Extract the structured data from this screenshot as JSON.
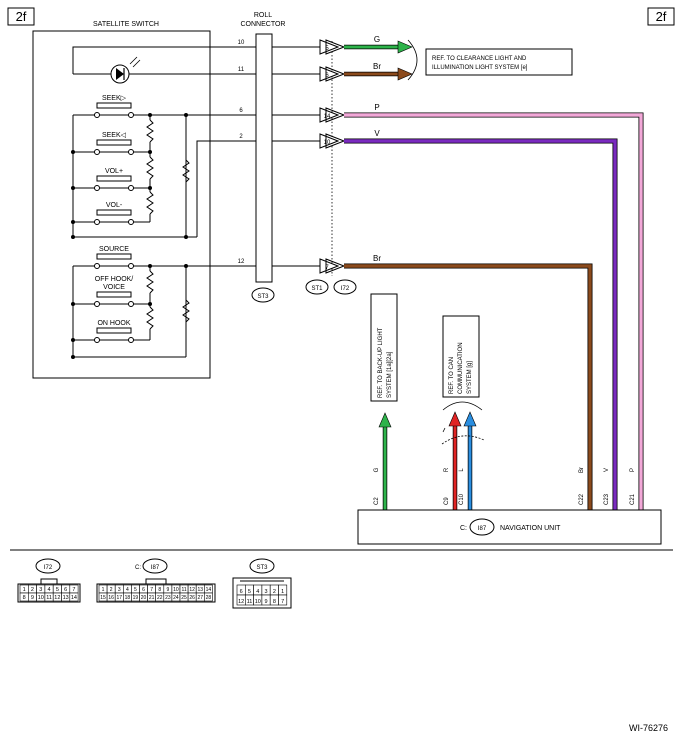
{
  "page": {
    "id_left": "2f",
    "id_right": "2f",
    "figure_code": "WI-76276"
  },
  "switch": {
    "title": "SATELLITE SWITCH",
    "buttons": [
      "SEEK▷",
      "SEEK◁",
      "VOL+",
      "VOL-",
      "SOURCE",
      "OFF HOOK/",
      "VOICE",
      "ON HOOK"
    ]
  },
  "roll_connector": {
    "title_line1": "ROLL",
    "title_line2": "CONNECTOR",
    "tag": "ST3"
  },
  "pins": {
    "p10": "10",
    "p11": "11",
    "p6": "6",
    "p2": "2",
    "p12": "12"
  },
  "connector_pins": {
    "c5": "5",
    "c6": "6",
    "c14": "14",
    "c10": "10",
    "c7": "7"
  },
  "connector_tags": {
    "st1": "ST1",
    "i72": "I72"
  },
  "wires": {
    "top_g": "G",
    "top_br": "Br",
    "p": "P",
    "v": "V",
    "br": "Br",
    "bottom": {
      "g": "G",
      "r": "R",
      "l": "L",
      "br": "Br",
      "v": "V",
      "p": "P"
    }
  },
  "refs": {
    "clearance_line1": "REF. TO CLEARANCE LIGHT AND",
    "clearance_line2": "ILLUMINATION LIGHT SYSTEM  [e]",
    "backup_line1": "REF. TO BACK-UP LIGHT",
    "backup_line2": "SYSTEM [1a][2a]",
    "can_line1": "REF. TO CAN",
    "can_line2": "COMMUNICATION",
    "can_line3": "SYSTEM  [g]"
  },
  "nav_unit": {
    "prefix": "C:",
    "connector": "I87",
    "label": "NAVIGATION UNIT",
    "pins": [
      "C2",
      "C9",
      "C10",
      "C22",
      "C23",
      "C21"
    ]
  },
  "colors": {
    "green": "#2db34a",
    "brown": "#8b4a1c",
    "pink": "#f2a8d8",
    "violet": "#7a2bbf",
    "red": "#e02424",
    "blue": "#2a8ee0"
  },
  "legend": {
    "i72": {
      "tag": "I72",
      "row1": [
        "1",
        "2",
        "3",
        "4",
        "5",
        "6",
        "7"
      ],
      "row2": [
        "8",
        "9",
        "10",
        "11",
        "12",
        "13",
        "14"
      ]
    },
    "i87": {
      "prefix": "C:",
      "tag": "I87",
      "row1": [
        "1",
        "2",
        "3",
        "4",
        "5",
        "6",
        "7",
        "8",
        "9",
        "10",
        "11",
        "12",
        "13",
        "14"
      ],
      "row2": [
        "15",
        "16",
        "17",
        "18",
        "19",
        "20",
        "21",
        "22",
        "23",
        "24",
        "25",
        "26",
        "27",
        "28"
      ]
    },
    "st3": {
      "tag": "ST3",
      "row1": [
        "6",
        "5",
        "4",
        "3",
        "2",
        "1"
      ],
      "row2": [
        "12",
        "11",
        "10",
        "9",
        "8",
        "7"
      ]
    }
  }
}
